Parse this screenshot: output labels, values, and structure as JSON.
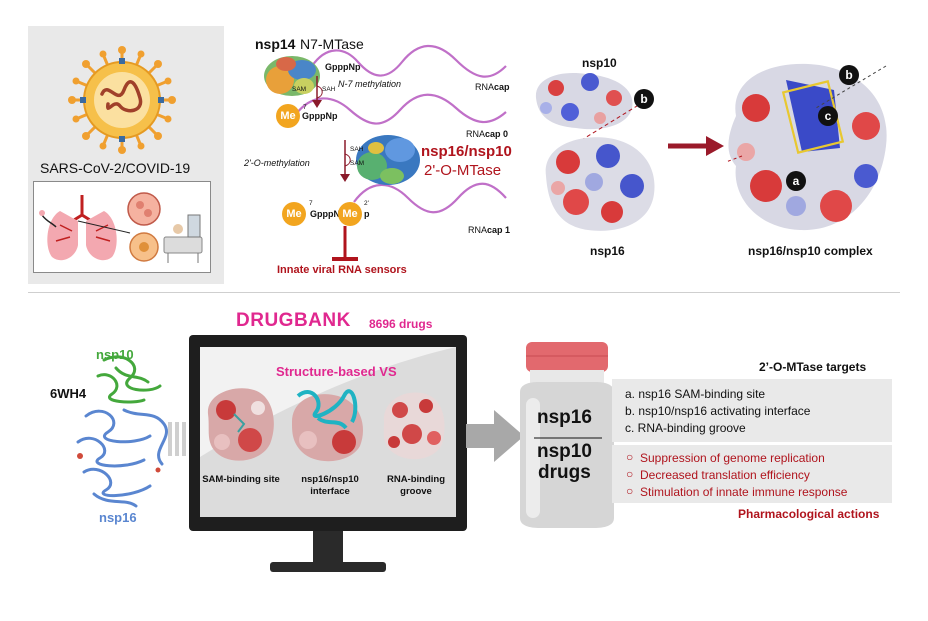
{
  "top_left": {
    "title": "SARS-CoV-2/COVID-19"
  },
  "pathway": {
    "nsp14_name": "nsp14",
    "nsp14_role": "N7-MTase",
    "cap_gpppnp": "GpppNp",
    "n7_methylation": "N-7 methylation",
    "sam": "SAM",
    "sah": "SAH",
    "rna_label": "RNA",
    "cap_label": "cap",
    "cap0_label": "cap 0",
    "cap1_label": "cap 1",
    "me": "Me",
    "me_sup_7": "7",
    "me_sup_2": "2'",
    "me_gpppnp": "GpppNp",
    "me_gpppn": "GpppN",
    "me_p": "p",
    "o_methylation": "2'-O-methylation",
    "nsp16_nsp10": "nsp16/nsp10",
    "o_mtase": "2'-O-MTase",
    "innate_sensors": "Innate viral RNA sensors"
  },
  "structures": {
    "nsp10": "nsp10",
    "nsp16": "nsp16",
    "complex": "nsp16/nsp10 complex",
    "marker_a": "a",
    "marker_b": "b",
    "marker_c": "c"
  },
  "bottom": {
    "pdb_id": "6WH4",
    "nsp10": "nsp10",
    "nsp16": "nsp16",
    "drugbank_logo": "DRUGBANK",
    "drug_count": "8696 drugs",
    "vs_title": "Structure-based VS",
    "caption_sam": "SAM-binding site",
    "caption_interface_1": "nsp16/nsp10",
    "caption_interface_2": "interface",
    "caption_rna_1": "RNA-binding",
    "caption_rna_2": "groove",
    "bottle_line1": "nsp16",
    "bottle_line2": "nsp10",
    "bottle_line3": "drugs"
  },
  "targets": {
    "header": "2’-O-MTase targets",
    "items": [
      "a.  nsp16 SAM-binding site",
      "b.  nsp10/nsp16 activating interface",
      "c.  RNA-binding groove"
    ]
  },
  "actions": {
    "items": [
      "Suppression of genome replication",
      "Decreased translation efficiency",
      "Stimulation of innate immune response"
    ],
    "bullet": "○",
    "footer": "Pharmacological actions"
  },
  "colors": {
    "accent_red": "#b0141d",
    "pink": "#e0288f",
    "rna_purple": "#c070c8",
    "me_orange": "#f2a51f",
    "panel_gray": "#e9e9e9"
  }
}
